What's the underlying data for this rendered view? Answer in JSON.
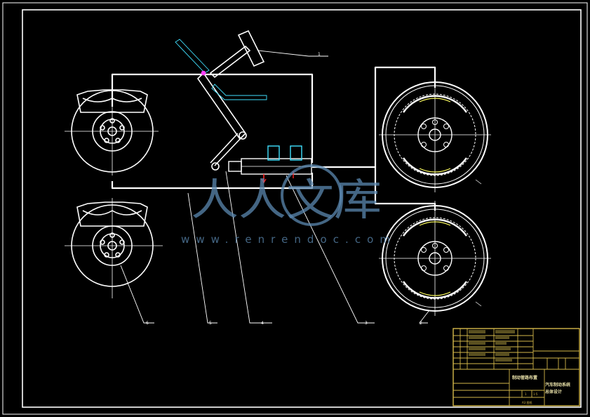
{
  "callouts": [
    "1",
    "2",
    "3",
    "4",
    "5",
    "6"
  ],
  "watermark": {
    "chars": "人人文库",
    "url": "www.renrendoc.com"
  },
  "title_block": {
    "school": "制动管路布置",
    "drawing_title_line1": "汽车制动系统",
    "drawing_title_line2": "总体设计",
    "scale": "1:5",
    "sheet": "A3 图纸",
    "qty": "1"
  },
  "colors": {
    "background": "#000000",
    "lines": "#ffffff",
    "title_block": "#d4b84a",
    "accent_red": "#ff2020",
    "accent_cyan": "#40e0ff",
    "watermark": "#5b88b0"
  }
}
